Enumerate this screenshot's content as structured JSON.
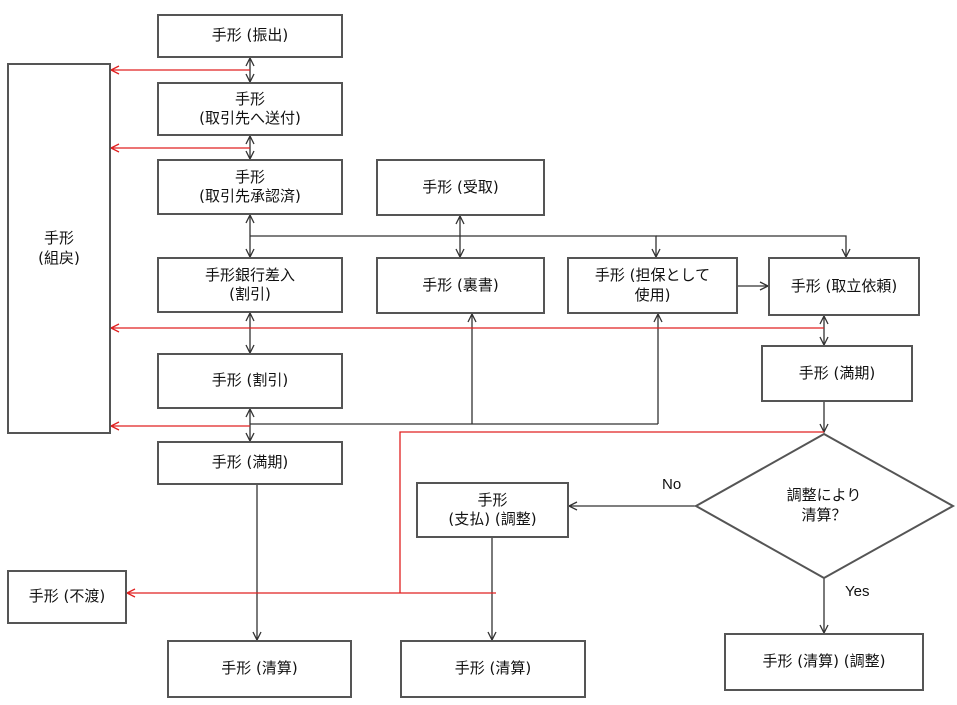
{
  "colors": {
    "border": "#555555",
    "arrow": "#333333",
    "red": "#e02020"
  },
  "nodes": {
    "furidashi": {
      "line1": "手形 (振出)"
    },
    "soufu": {
      "line1": "手形",
      "line2": "(取引先へ送付)"
    },
    "shounin": {
      "line1": "手形",
      "line2": "(取引先承認済)"
    },
    "kumimodoshi": {
      "line1": "手形",
      "line2": "(組戻)"
    },
    "uketori": {
      "line1": "手形 (受取)"
    },
    "ginko_sanyu": {
      "line1": "手形銀行差入",
      "line2": "(割引)"
    },
    "uragaki": {
      "line1": "手形 (裏書)"
    },
    "tanpo": {
      "line1": "手形 (担保として",
      "line2": "使用)"
    },
    "toritate": {
      "line1": "手形 (取立依頼)"
    },
    "waribiki": {
      "line1": "手形 (割引)"
    },
    "manki_right": {
      "line1": "手形 (満期)"
    },
    "manki_left": {
      "line1": "手形 (満期)"
    },
    "shiharai": {
      "line1": "手形",
      "line2": "(支払) (調整)"
    },
    "decision": {
      "line1": "調整により",
      "line2": "清算？"
    },
    "fuwatari": {
      "line1": "手形 (不渡)"
    },
    "seisan_1": {
      "line1": "手形 (清算)"
    },
    "seisan_2": {
      "line1": "手形 (清算)"
    },
    "seisan_adjust": {
      "line1": "手形 (清算) (調整)"
    }
  },
  "labels": {
    "no": "No",
    "yes": "Yes"
  }
}
